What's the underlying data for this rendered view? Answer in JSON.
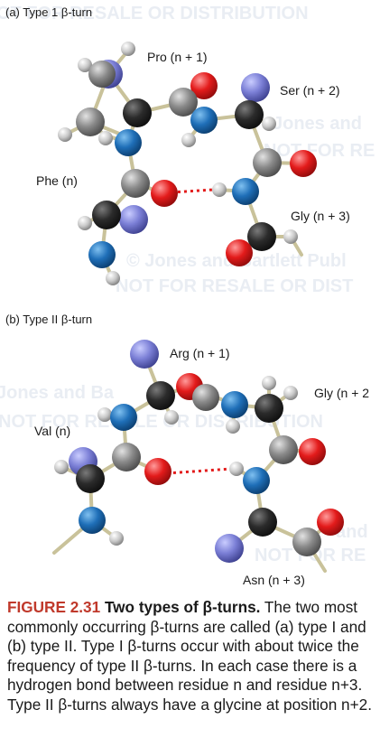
{
  "watermark": {
    "lines": [
      "OT FOR RESALE OR DISTRIBUTION",
      "Jones and",
      "NOT FOR RE",
      "© Jones and Bartlett Publ",
      "NOT FOR RESALE OR DIST",
      "Jones and Ba",
      "NOT FOR RESALE OR DISTRIBUTION",
      "and",
      "NOT FOR RE"
    ]
  },
  "panel_a": {
    "label": "(a) Type 1 β-turn",
    "residues": {
      "n": "Phe (n)",
      "n1": "Pro (n + 1)",
      "n2": "Ser (n + 2)",
      "n3": "Gly (n + 3)"
    }
  },
  "panel_b": {
    "label": "(b) Type II β-turn",
    "residues": {
      "n": "Val (n)",
      "n1": "Arg (n + 1)",
      "n2": "Gly (n + 2",
      "n3": "Asn (n + 3)"
    }
  },
  "caption": {
    "number": "FIGURE 2.31",
    "title": "Two types of β-turns.",
    "body": "The two most commonly occurring β-turns are called (a) type I and (b) type II. Type I β-turns occur with about twice the frequency of type II β-turns. In each case there is a hydrogen bond between residue n and residue n+3. Type II β-turns always have a glycine at position n+2."
  },
  "colors": {
    "carbon": "#2b2b2b",
    "carbonyl_carbon": "#8a8a8a",
    "nitrogen": "#1f6fb8",
    "oxygen": "#e31b1b",
    "hydrogen": "#c8c8c8",
    "side_chain": "#7b7fd6",
    "bond": "#c9c29a",
    "hbond": "#e31b1b",
    "figure_number": "#c0392b"
  }
}
